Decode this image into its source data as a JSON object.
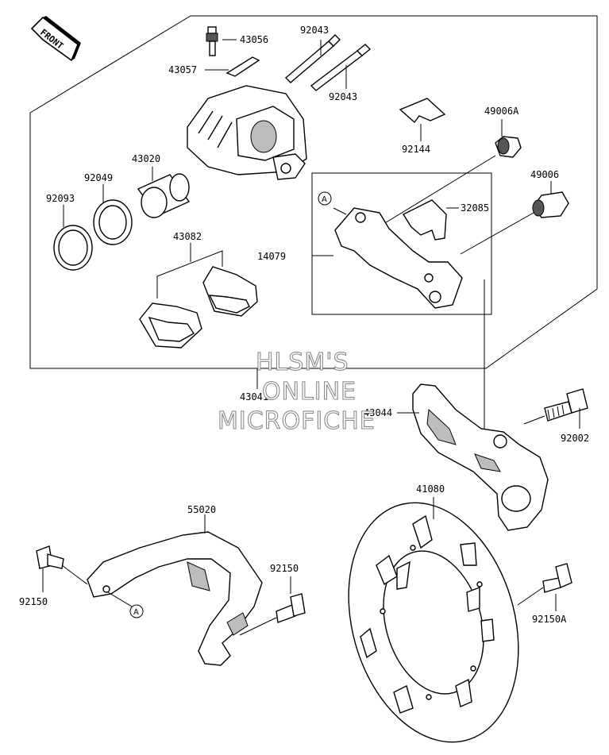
{
  "front_tag": "FRONT",
  "ref_letter": "A",
  "watermark": {
    "line1": "HLSM'S",
    "line2": "ONLINE",
    "line3": "MICROFICHE"
  },
  "labels": {
    "p43056": "43056",
    "p92043a": "92043",
    "p43057": "43057",
    "p92043b": "92043",
    "p49006A": "49006A",
    "p92144": "92144",
    "p43020": "43020",
    "p92049": "92049",
    "p49006": "49006",
    "p92093": "92093",
    "p32085": "32085",
    "p43082": "43082",
    "p14079": "14079",
    "p43041": "43041",
    "p43044": "43044",
    "p92002": "92002",
    "p41080": "41080",
    "p55020": "55020",
    "p92150a": "92150",
    "p92150b": "92150",
    "p92150A": "92150A"
  }
}
